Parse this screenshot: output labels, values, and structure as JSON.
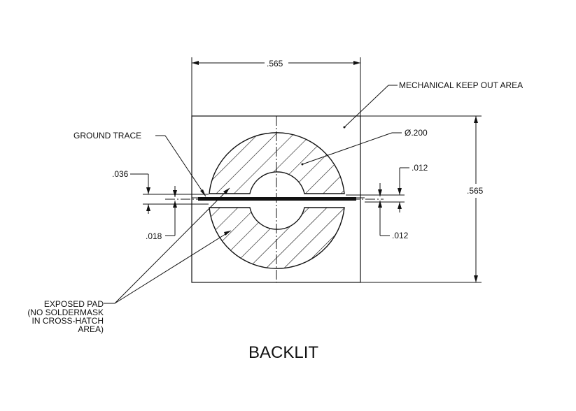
{
  "drawing": {
    "dimensions": {
      "top_width": ".565",
      "right_height": ".565",
      "hole_diameter": "Ø.200",
      "left_upper": ".036",
      "left_lower": ".018",
      "right_upper": ".012",
      "right_lower": ".012"
    },
    "callouts": {
      "keep_out": "MECHANICAL KEEP OUT AREA",
      "ground_trace": "GROUND TRACE",
      "exposed_pad_line1": "EXPOSED PAD",
      "exposed_pad_line2": "(NO SOLDERMASK",
      "exposed_pad_line3": "IN CROSS-HATCH",
      "exposed_pad_line4": "AREA)"
    },
    "title": "BACKLIT"
  }
}
